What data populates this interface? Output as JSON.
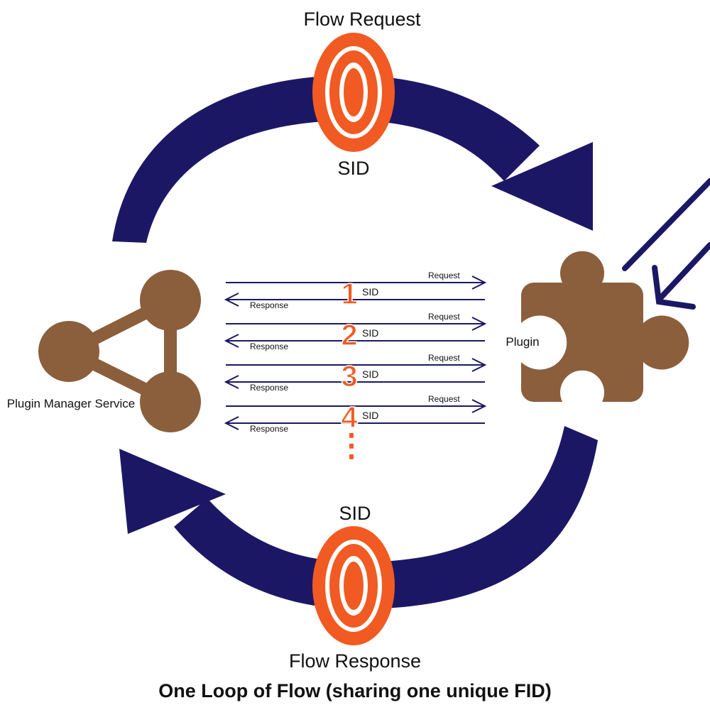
{
  "top": {
    "label": "Flow Request",
    "number": "0",
    "sid": "SID"
  },
  "bottom": {
    "label": "Flow Response",
    "number": "0",
    "sid": "SID"
  },
  "left_node": {
    "label": "Plugin Manager Service"
  },
  "right_node": {
    "label": "Plugin"
  },
  "exchanges": [
    {
      "number": "1",
      "sid": "SID",
      "request": "Request",
      "response": "Response"
    },
    {
      "number": "2",
      "sid": "SID",
      "request": "Request",
      "response": "Response"
    },
    {
      "number": "3",
      "sid": "SID",
      "request": "Request",
      "response": "Response"
    },
    {
      "number": "4",
      "sid": "SID",
      "request": "Request",
      "response": "Response"
    }
  ],
  "continuation": "⋮",
  "caption": "One Loop of Flow (sharing one unique FID)",
  "colors": {
    "arrow": "#1c1765",
    "node": "#8b5e3c",
    "accent": "#f15a22"
  },
  "icons": {
    "left_node": "share-network-icon",
    "right_node": "puzzle-piece-icon"
  }
}
